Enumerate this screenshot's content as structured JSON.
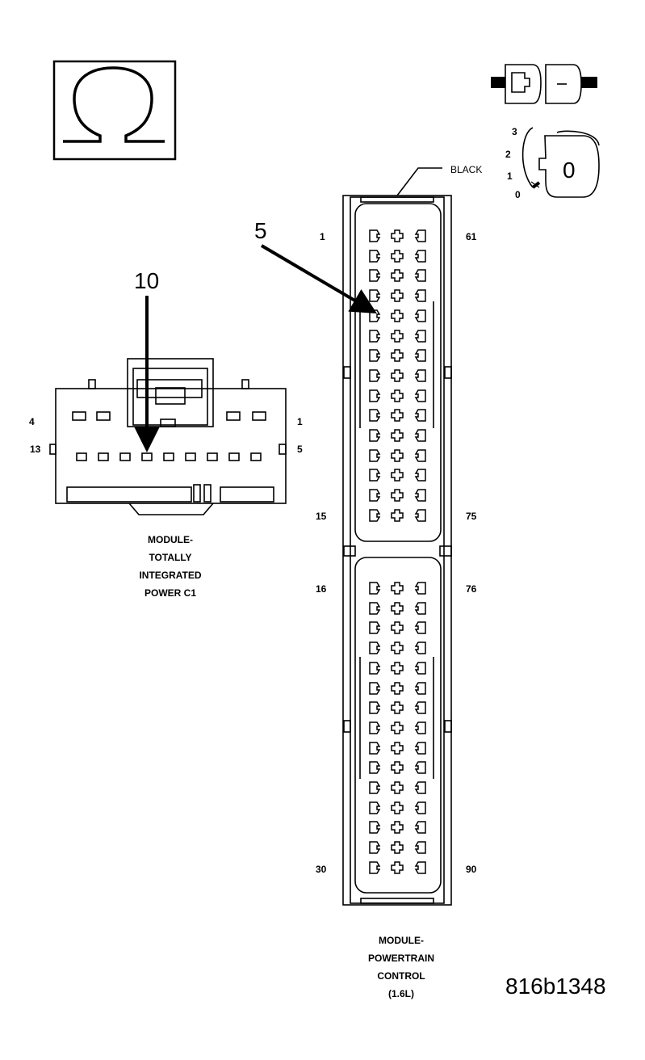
{
  "ohm_symbol": "Ω",
  "key_positions": [
    "3",
    "2",
    "1",
    "0"
  ],
  "key_label": "0",
  "black_label": "BLACK",
  "tipm": {
    "callout": "10",
    "pins": {
      "top_left": "4",
      "top_right": "1",
      "bottom_left": "13",
      "bottom_right": "5"
    },
    "caption": [
      "MODULE-",
      "TOTALLY",
      "INTEGRATED",
      "POWER C1"
    ]
  },
  "pcm": {
    "callout": "5",
    "pins": {
      "r1_left": "1",
      "r1_right": "61",
      "r15_left": "15",
      "r15_right": "75",
      "r16_left": "16",
      "r16_right": "76",
      "r30_left": "30",
      "r30_right": "90"
    },
    "caption": [
      "MODULE-",
      "POWERTRAIN",
      "CONTROL",
      "(1.6L)"
    ]
  },
  "figure_id": "816b1348",
  "colors": {
    "line": "#000000",
    "background": "#ffffff"
  }
}
